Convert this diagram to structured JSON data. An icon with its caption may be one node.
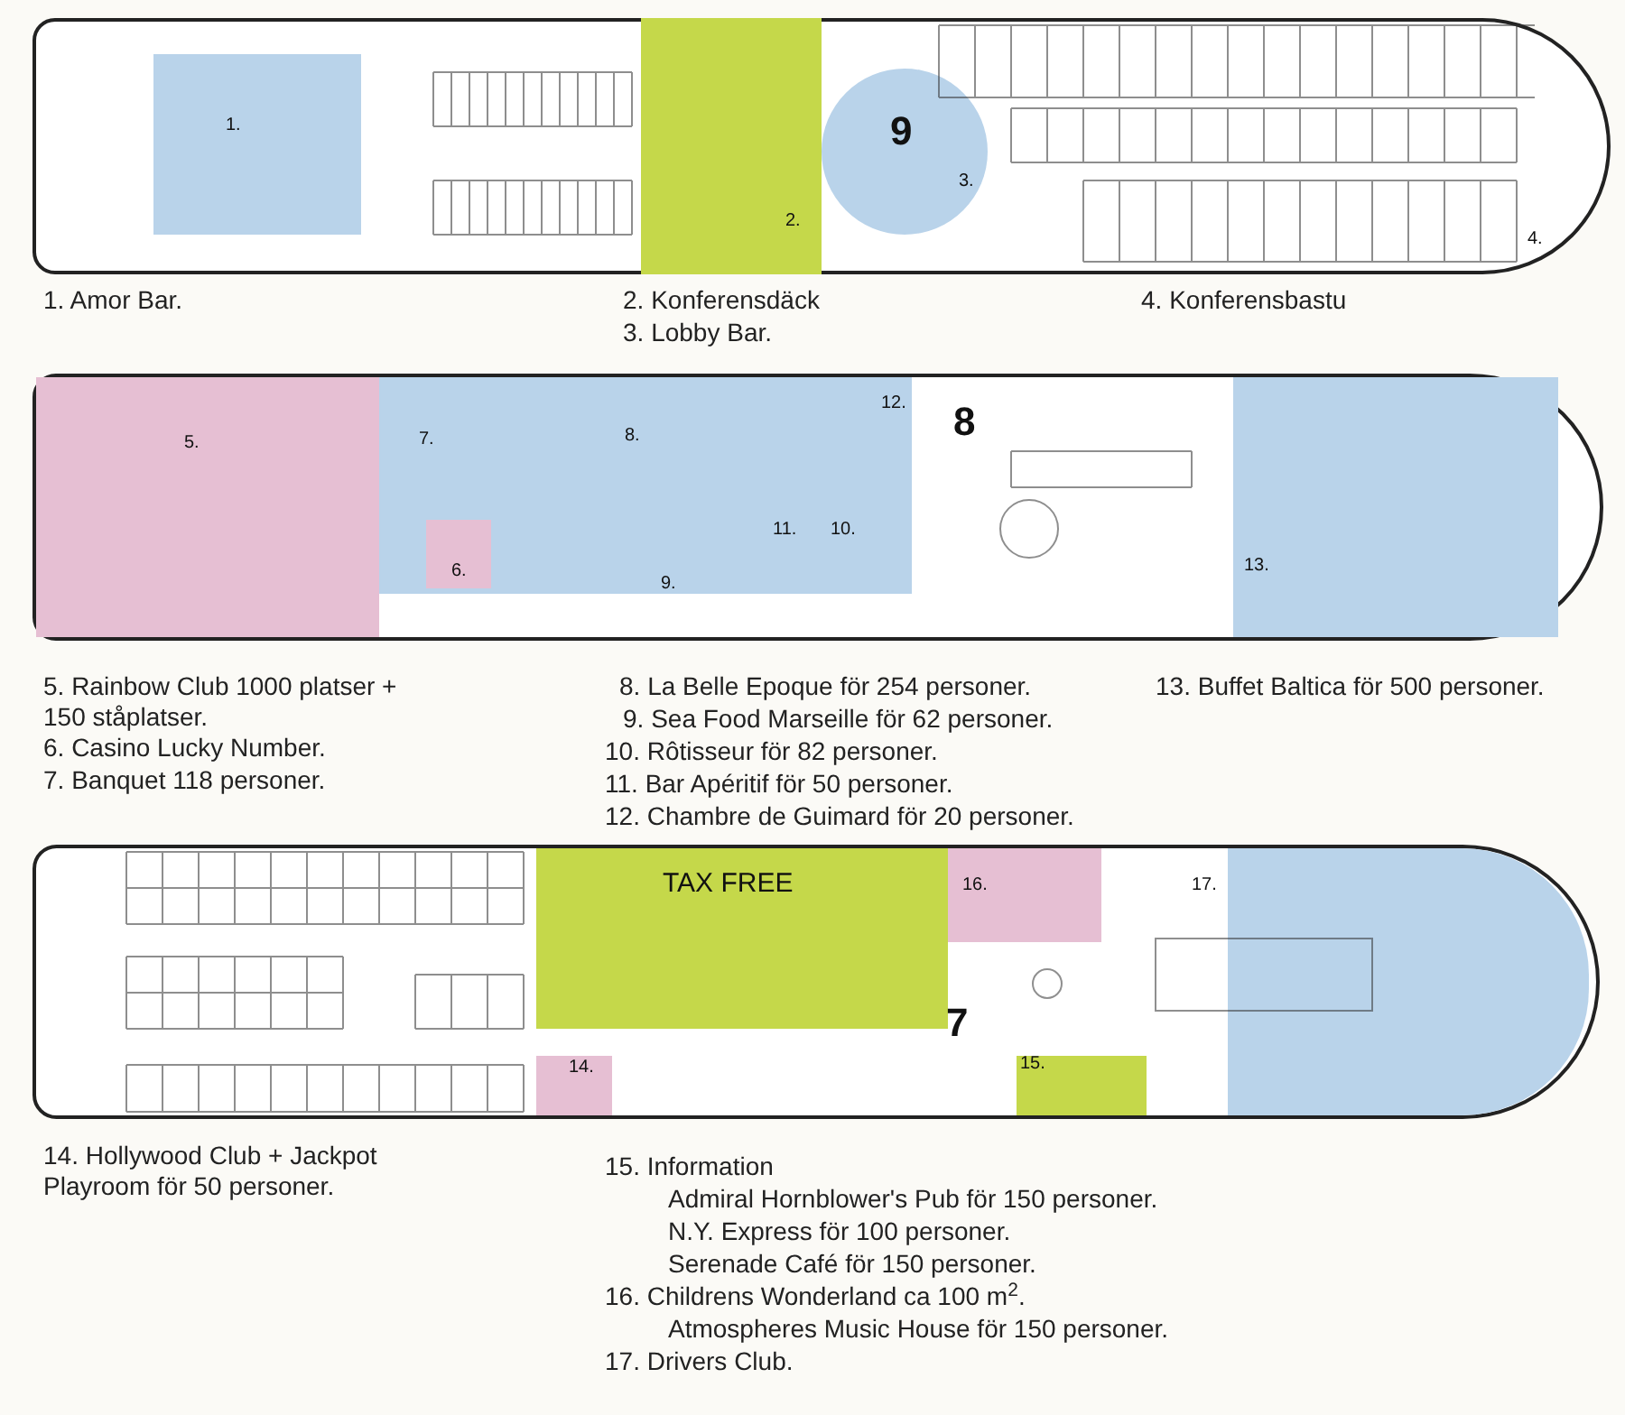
{
  "diagram": {
    "nodes": [
      {
        "text": [
          "4."
        ]
      },
      {
        "text": [
          "1."
        ],
        "in": 0
      },
      {
        "text": [
          "2."
        ],
        "in": 0
      },
      {
        "text": [
          "9",
          "3."
        ],
        "in": 0
      },
      {
        "text": [
          "8"
        ]
      },
      {
        "text": [
          "5."
        ],
        "in": 4
      },
      {
        "text": [
          "7.",
          "8.",
          "12.",
          "11.",
          "10.",
          "9."
        ],
        "in": 4
      },
      {
        "text": [
          "6."
        ],
        "in": 6
      },
      {
        "text": [
          "13."
        ],
        "in": 4
      },
      {
        "text": [
          "7",
          "17."
        ]
      },
      {
        "text": [
          "TAX FREE"
        ],
        "in": 9
      },
      {
        "text": [
          "16."
        ],
        "in": 9
      },
      {
        "text": [
          "14."
        ],
        "in": 9
      },
      {
        "text": [
          "15."
        ],
        "in": 9
      },
      {
        "text": [],
        "shape": "box",
        "in": 9
      }
    ],
    "edges": [],
    "labels": [
      "1. Amor Bar.",
      "2. Konferensdäck",
      "3. Lobby Bar.",
      "4. Konferensbastu",
      "5. Rainbow Club 1000 platser + 150 ståplatser.",
      "6. Casino Lucky Number.",
      "7. Banquet 118 personer.",
      "8. La Belle Epoque för 254 personer.",
      "9. Sea Food Marseille för 62 personer.",
      "10. Rôtisseur för 82 personer.",
      "11. Bar Apéritif för 50 personer.",
      "12. Chambre de Guimard för 20 personer.",
      "13. Buffet Baltica för 500 personer.",
      "14. Hollywood Club + Jackpot Playroom för 50 personer.",
      "15. Information",
      "Admiral Hornblower's Pub för 150 personer.",
      "N.Y. Express för 100 personer.",
      "Serenade Café för 150 personer.",
      "16. Childrens Wonderland ca 100 m$^{2}$.",
      "Atmospheres Music House för 150 personer.",
      "17. Drivers Club."
    ]
  }
}
